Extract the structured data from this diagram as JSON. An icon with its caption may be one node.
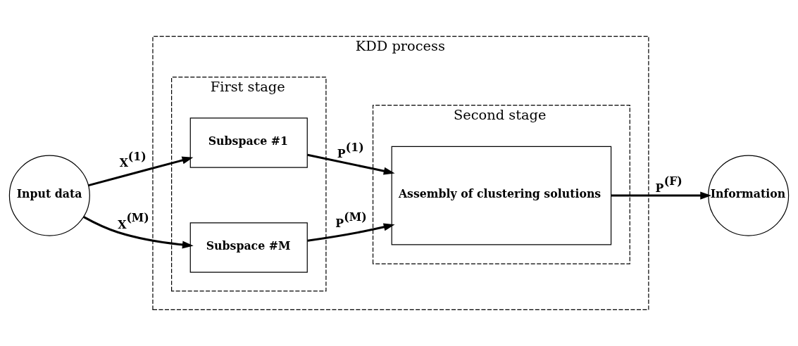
{
  "diagram": {
    "nodes": [
      {
        "text": [
          "Input data"
        ]
      },
      {
        "text": [
          "KDD process"
        ]
      },
      {
        "text": [
          "First stage"
        ],
        "in": 1
      },
      {
        "text": [
          "Subspace #1"
        ],
        "in": 2
      },
      {
        "text": [
          "Subspace #M"
        ],
        "in": 2
      },
      {
        "text": [
          "Second stage"
        ],
        "in": 1
      },
      {
        "text": [
          "Assembly of clustering solutions"
        ],
        "in": 5
      },
      {
        "text": [
          "Information"
        ]
      }
    ],
    "edges": [
      {
        "from": 0,
        "to": 3,
        "arrow": "to",
        "label": "X$^{(1)}$"
      },
      {
        "from": 0,
        "to": 4,
        "arrow": "to",
        "label": "X$^{(M)}$"
      },
      {
        "from": 3,
        "to": 6,
        "arrow": "to",
        "label": "P$^{(1)}$"
      },
      {
        "from": 4,
        "to": 6,
        "arrow": "to",
        "label": "P$^{(M)}$"
      },
      {
        "from": 6,
        "to": 7,
        "arrow": "to",
        "label": "P$^{(F)}$"
      }
    ]
  }
}
